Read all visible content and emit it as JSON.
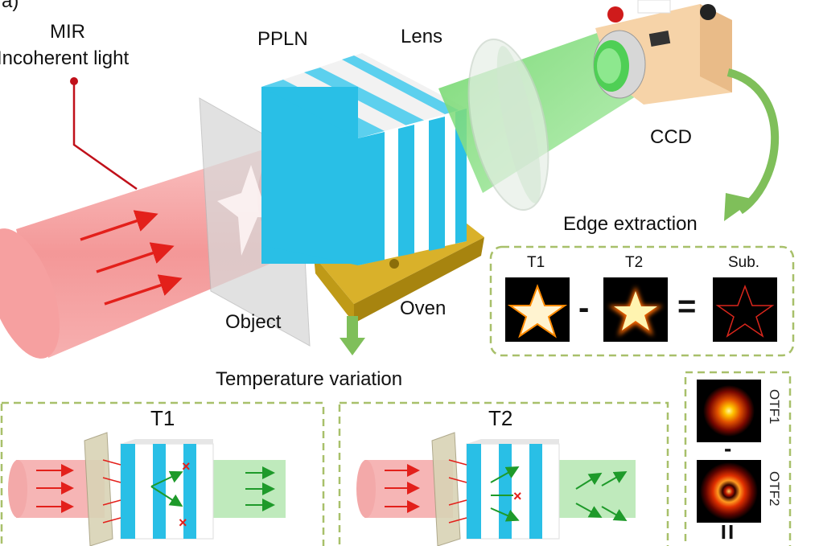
{
  "panel_label": "a)",
  "labels": {
    "mir_line1": "MIR",
    "mir_line2": "Incoherent light",
    "ppln": "PPLN",
    "lens": "Lens",
    "ccd": "CCD",
    "object": "Object",
    "oven": "Oven",
    "temperature_variation": "Temperature variation",
    "edge_extraction": "Edge extraction"
  },
  "edge_box": {
    "t1": "T1",
    "t2": "T2",
    "sub": "Sub.",
    "minus": "-",
    "equals": "="
  },
  "bottom_panels": {
    "t1": "T1",
    "t2": "T2"
  },
  "otf": {
    "otf1": "OTF1",
    "otf2": "OTF2",
    "minus": "-",
    "equals": "="
  },
  "colors": {
    "red_beam": "#f28c8c",
    "green_beam": "#8fdc8c",
    "cyan_stripe": "#29bfe6",
    "oven_gold": "#c9a21a",
    "dashed_border": "#a8c06a",
    "arrow_green": "#7fbf5a",
    "laser_red": "#e3201b",
    "camera_body": "#f6d3a8"
  }
}
